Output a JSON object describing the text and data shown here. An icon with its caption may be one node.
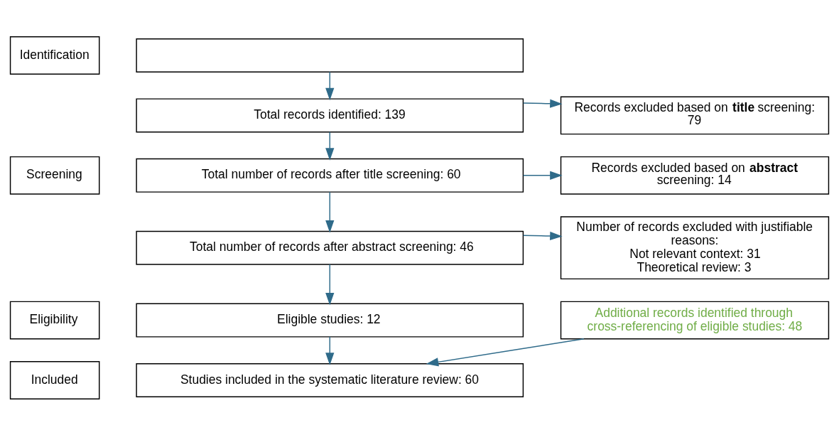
{
  "diagram": {
    "nodes": [
      {
        "text": [
          "Identification"
        ]
      },
      {
        "text": [
          "Screening"
        ]
      },
      {
        "text": [
          "Eligibility"
        ]
      },
      {
        "text": [
          "Included"
        ]
      },
      {
        "text": [],
        "shape": "box"
      },
      {
        "text": [
          "Total records identified: 139"
        ]
      },
      {
        "text": [
          "Records excluded based on **title** screening: 79"
        ]
      },
      {
        "text": [
          "Total number of records after title screening: 60"
        ]
      },
      {
        "text": [
          "Records excluded based on **abstract** screening: 14"
        ]
      },
      {
        "text": [
          "Total number of records after abstract screening: 46"
        ]
      },
      {
        "text": [
          "Number of records excluded with justifiable reasons:",
          "Not relevant context: 31",
          "Theoretical review: 3"
        ]
      },
      {
        "text": [
          "Eligible studies: 12"
        ]
      },
      {
        "text": [
          "Additional records identified through cross-referencing of eligible studies: 48"
        ]
      },
      {
        "text": [
          "Studies included in the systematic literature review: 60"
        ]
      }
    ],
    "edges": [
      {
        "from": 4,
        "to": 5,
        "arrow": "to"
      },
      {
        "from": 5,
        "to": 7,
        "arrow": "to"
      },
      {
        "from": 5,
        "to": 6,
        "arrow": "to"
      },
      {
        "from": 7,
        "to": 9,
        "arrow": "to"
      },
      {
        "from": 7,
        "to": 8,
        "arrow": "to"
      },
      {
        "from": 9,
        "to": 11,
        "arrow": "to"
      },
      {
        "from": 9,
        "to": 10,
        "arrow": "to"
      },
      {
        "from": 11,
        "to": 13,
        "arrow": "to"
      },
      {
        "from": 12,
        "to": 13,
        "arrow": "to"
      }
    ]
  }
}
